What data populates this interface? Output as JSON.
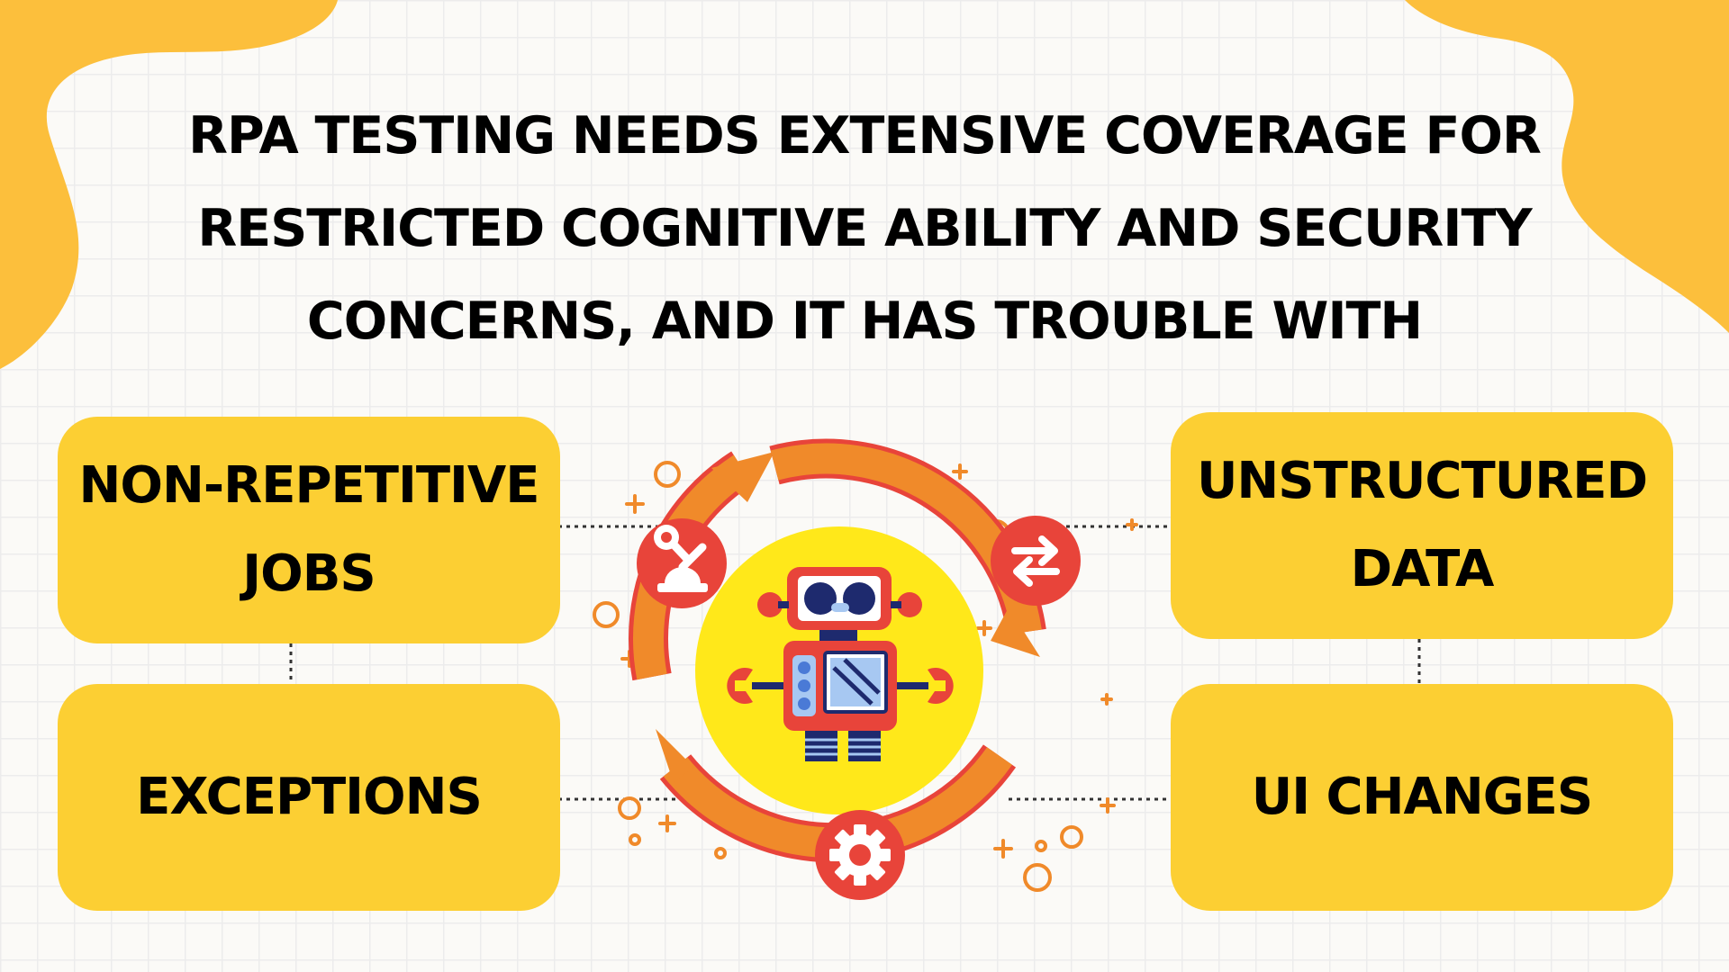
{
  "headline": "RPA TESTING NEEDS EXTENSIVE COVERAGE FOR RESTRICTED COGNITIVE ABILITY AND SECURITY CONCERNS, AND IT HAS TROUBLE WITH",
  "boxes": {
    "top_left": "NON-REPETITIVE JOBS",
    "bottom_left": "EXCEPTIONS",
    "top_right": "UNSTRUCTURED DATA",
    "bottom_right": "UI CHANGES"
  },
  "icons": {
    "center": "robot-icon",
    "top_left_badge": "wrench-robot-arm-icon",
    "top_right_badge": "swap-arrows-icon",
    "bottom_badge": "gear-icon"
  },
  "colors": {
    "background": "#fbfaf7",
    "grid": "#ececec",
    "blob": "#fcbf3c",
    "box": "#fccf33",
    "ring_orange": "#f08a2a",
    "ring_red": "#e8443a",
    "center_yellow": "#ffe81a",
    "robot_red": "#e8443a",
    "robot_screen": "#a7c8f2",
    "text": "#000000"
  }
}
